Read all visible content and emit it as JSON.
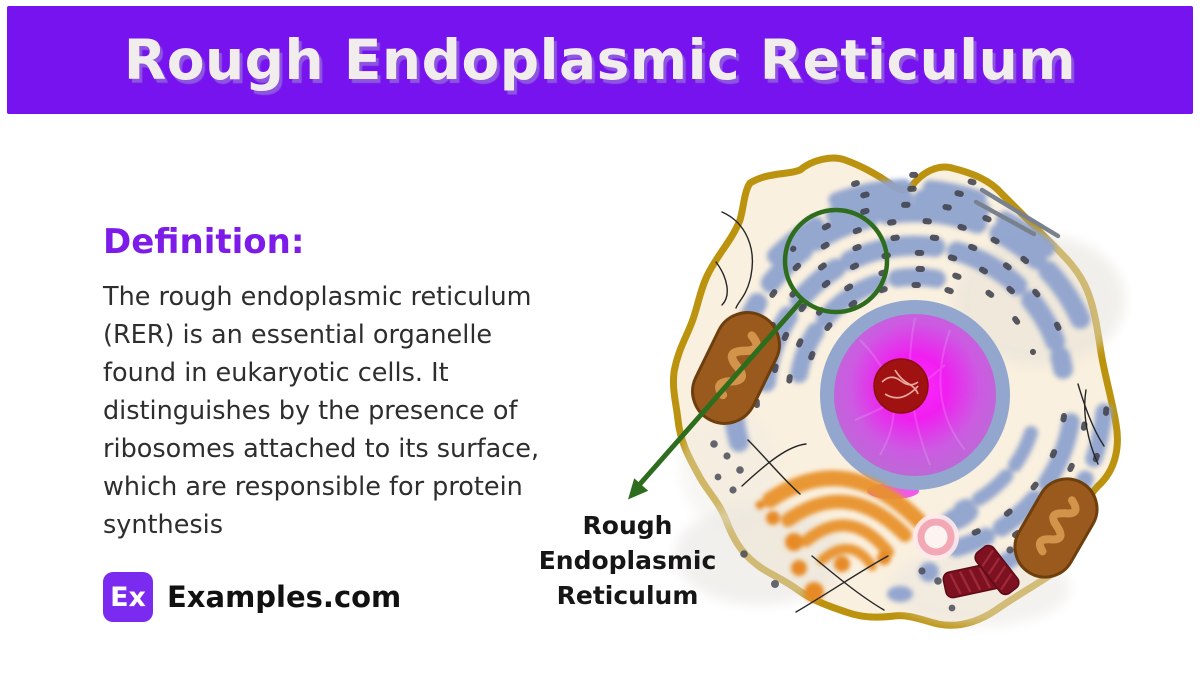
{
  "header": {
    "title": "Rough Endoplasmic Reticulum"
  },
  "definition": {
    "heading": "Definition:",
    "body_lines": [
      "The rough endoplasmic reticulum",
      "(RER) is an essential organelle",
      "found in eukaryotic cells. It",
      "distinguishes by the presence of",
      "ribosomes attached to its surface,",
      "which are responsible for protein",
      "synthesis"
    ]
  },
  "brand": {
    "logo_text": "Ex",
    "name": "Examples.com"
  },
  "diagram": {
    "label_lines": [
      "Rough",
      "Endoplasmic",
      "Reticulum"
    ],
    "highlighted_organelle": "rough endoplasmic reticulum"
  },
  "colors": {
    "banner_purple": "#7713EE",
    "title_text": "#F2EDED",
    "heading_purple": "#7D1BE8",
    "logo_purple": "#7B2BF0",
    "body_text": "#2E2E2E",
    "annotation_green": "#2F6D1E",
    "membrane_gold": "#BC930E",
    "cytoplasm_cream": "#FAF0DF",
    "er_blue": "#8FA3CE",
    "ribosome_dark": "#41424D",
    "nucleus_envelope": "#93A6CD",
    "nucleoplasm_magenta": "#E928E9",
    "nucleolus_red": "#A01111",
    "mitochondria_brown": "#9A5A1E",
    "golgi_orange": "#E8922E",
    "vesicle_pink": "#F3A8B5",
    "centriole_dark_red": "#7D1120"
  }
}
